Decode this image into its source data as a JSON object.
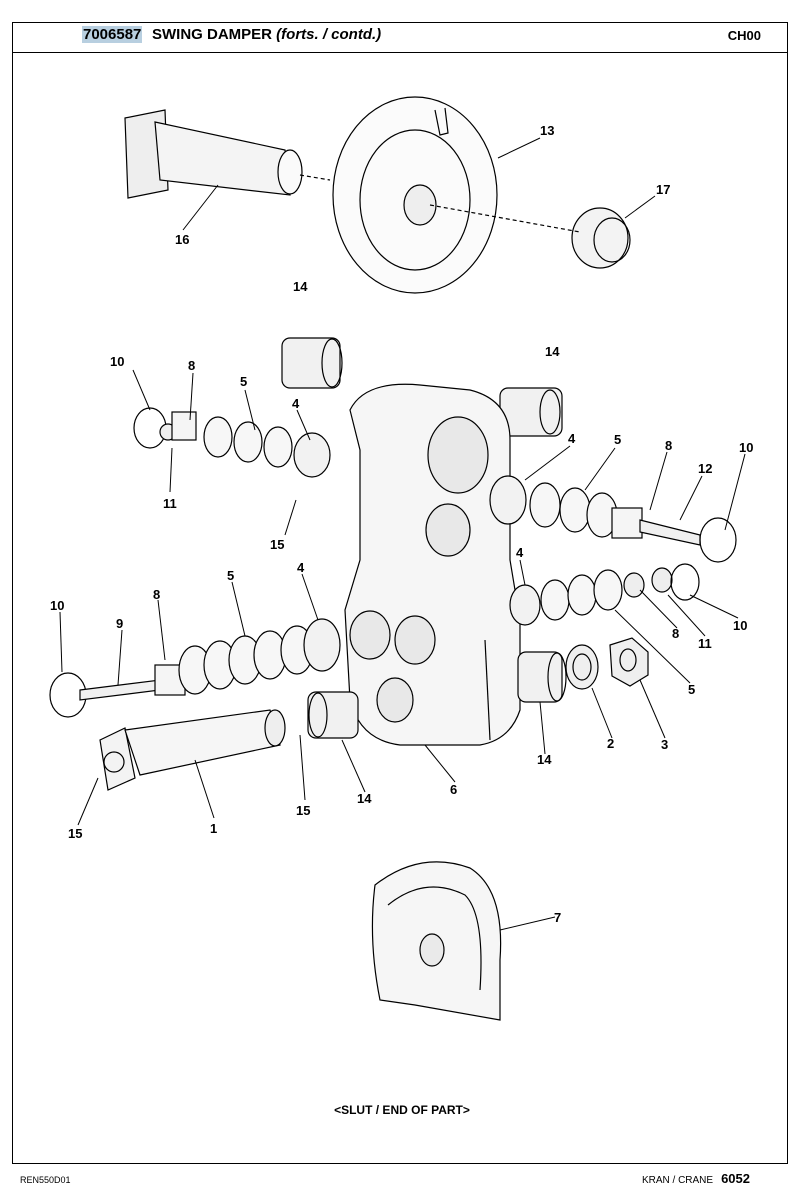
{
  "header": {
    "part_number": "7006587",
    "title": "SWING DAMPER",
    "title_suffix": "(forts. / contd.)",
    "code": "CH00"
  },
  "callouts": [
    "16",
    "13",
    "17",
    "14",
    "14",
    "10",
    "8",
    "5",
    "4",
    "11",
    "15",
    "4",
    "5",
    "8",
    "10",
    "12",
    "4",
    "10",
    "9",
    "8",
    "5",
    "4",
    "8",
    "11",
    "10",
    "5",
    "2",
    "3",
    "14",
    "15",
    "14",
    "6",
    "1",
    "15",
    "7"
  ],
  "end_note": "<SLUT / END OF PART>",
  "footer": {
    "doc_id": "REN550D01",
    "section": "KRAN / CRANE",
    "page": "6052"
  }
}
